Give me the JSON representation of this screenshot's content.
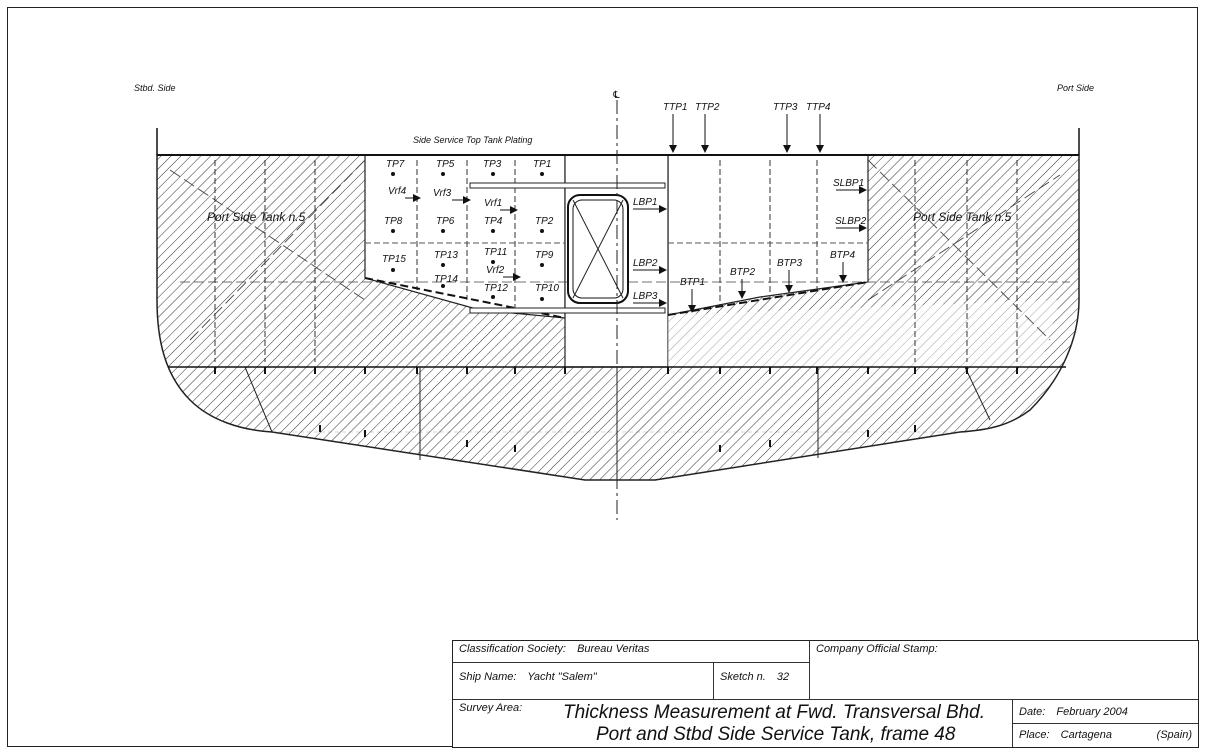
{
  "labels": {
    "stbd_side": "Stbd. Side",
    "port_side": "Port Side",
    "centerline": "℄",
    "top_plating": "Side Service Top Tank Plating",
    "tank_left": "Port Side Tank n.5",
    "tank_right": "Port Side Tank n.5"
  },
  "points": {
    "TP7": "TP7",
    "TP5": "TP5",
    "TP3": "TP3",
    "TP1": "TP1",
    "TP8": "TP8",
    "TP6": "TP6",
    "TP4": "TP4",
    "TP2": "TP2",
    "TP15": "TP15",
    "TP13": "TP13",
    "TP11": "TP11",
    "TP9": "TP9",
    "TP14": "TP14",
    "TP12": "TP12",
    "TP10": "TP10",
    "Vrf4": "Vrf4",
    "Vrf3": "Vrf3",
    "Vrf1": "Vrf1",
    "Vrf2": "Vrf2",
    "LBP1": "LBP1",
    "LBP2": "LBP2",
    "LBP3": "LBP3",
    "TTP1": "TTP1",
    "TTP2": "TTP2",
    "TTP3": "TTP3",
    "TTP4": "TTP4",
    "BTP1": "BTP1",
    "BTP2": "BTP2",
    "BTP3": "BTP3",
    "BTP4": "BTP4",
    "SLBP1": "SLBP1",
    "SLBP2": "SLBP2"
  },
  "title_block": {
    "class_society_label": "Classification Society:",
    "class_society_value": "Bureau Veritas",
    "stamp_label": "Company Official Stamp:",
    "ship_name_label": "Ship Name:",
    "ship_name_value": "Yacht \"Salem\"",
    "sketch_label": "Sketch n.",
    "sketch_value": "32",
    "survey_area_label": "Survey Area:",
    "survey_line1": "Thickness Measurement at Fwd. Transversal Bhd.",
    "survey_line2": "Port and Stbd Side Service Tank, frame 48",
    "date_label": "Date:",
    "date_value": "February 2004",
    "place_label": "Place:",
    "place_value": "Cartagena",
    "place_country": "(Spain)"
  }
}
